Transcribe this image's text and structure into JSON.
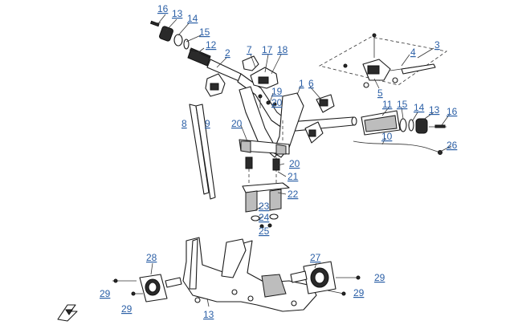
{
  "diagram": {
    "colors": {
      "callout": "#2b5fa6",
      "line": "#1a1a1a"
    },
    "callouts": [
      {
        "id": "c16a",
        "text": "16"
      },
      {
        "id": "c13a",
        "text": "13"
      },
      {
        "id": "c14a",
        "text": "14"
      },
      {
        "id": "c15a",
        "text": "15"
      },
      {
        "id": "c12",
        "text": "12"
      },
      {
        "id": "c2",
        "text": "2"
      },
      {
        "id": "c7",
        "text": "7"
      },
      {
        "id": "c17",
        "text": "17"
      },
      {
        "id": "c18",
        "text": "18"
      },
      {
        "id": "c3",
        "text": "3"
      },
      {
        "id": "c4",
        "text": "4"
      },
      {
        "id": "c5",
        "text": "5"
      },
      {
        "id": "c1",
        "text": "1"
      },
      {
        "id": "c6",
        "text": "6"
      },
      {
        "id": "c19",
        "text": "19"
      },
      {
        "id": "c20a",
        "text": "20"
      },
      {
        "id": "c8",
        "text": "8"
      },
      {
        "id": "c9",
        "text": "9"
      },
      {
        "id": "c20b",
        "text": "20"
      },
      {
        "id": "c11",
        "text": "11"
      },
      {
        "id": "c15b",
        "text": "15"
      },
      {
        "id": "c14b",
        "text": "14"
      },
      {
        "id": "c13b",
        "text": "13"
      },
      {
        "id": "c16b",
        "text": "16"
      },
      {
        "id": "c10",
        "text": "10"
      },
      {
        "id": "c26",
        "text": "26"
      },
      {
        "id": "c20c",
        "text": "20"
      },
      {
        "id": "c21",
        "text": "21"
      },
      {
        "id": "c22",
        "text": "22"
      },
      {
        "id": "c23",
        "text": "23"
      },
      {
        "id": "c24",
        "text": "24"
      },
      {
        "id": "c25",
        "text": "25"
      },
      {
        "id": "c28",
        "text": "28"
      },
      {
        "id": "c27",
        "text": "27"
      },
      {
        "id": "c29a",
        "text": "29"
      },
      {
        "id": "c29b",
        "text": "29"
      },
      {
        "id": "c29c",
        "text": "29"
      },
      {
        "id": "c29d",
        "text": "29"
      },
      {
        "id": "c13c",
        "text": "13"
      }
    ]
  }
}
